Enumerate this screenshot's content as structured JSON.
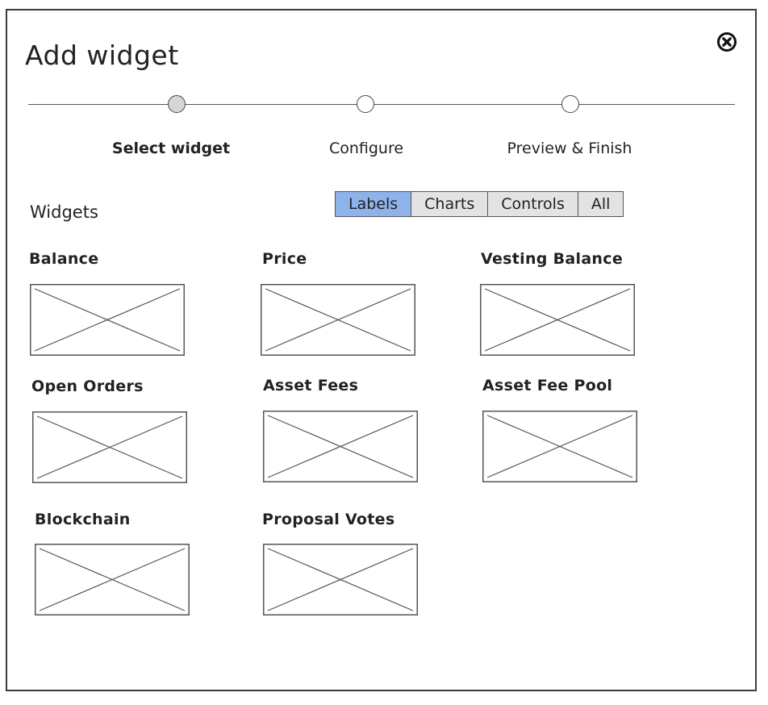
{
  "dialog": {
    "title": "Add widget",
    "close_icon": "close-circle-icon"
  },
  "steps": [
    {
      "label": "Select widget",
      "state": "current"
    },
    {
      "label": "Configure",
      "state": "pending"
    },
    {
      "label": "Preview & Finish",
      "state": "pending"
    }
  ],
  "widgets_section": {
    "label": "Widgets",
    "filters": [
      {
        "label": "Labels",
        "selected": true
      },
      {
        "label": "Charts",
        "selected": false
      },
      {
        "label": "Controls",
        "selected": false
      },
      {
        "label": "All",
        "selected": false
      }
    ]
  },
  "widgets": [
    {
      "title": "Balance"
    },
    {
      "title": "Price"
    },
    {
      "title": "Vesting Balance"
    },
    {
      "title": "Open Orders"
    },
    {
      "title": "Asset Fees"
    },
    {
      "title": "Asset Fee Pool"
    },
    {
      "title": "Blockchain"
    },
    {
      "title": "Proposal Votes"
    }
  ],
  "colors": {
    "selected_filter": "#8eb2ea",
    "filter_bg": "#e3e3e3",
    "active_step_dot": "#d6d6d6"
  }
}
